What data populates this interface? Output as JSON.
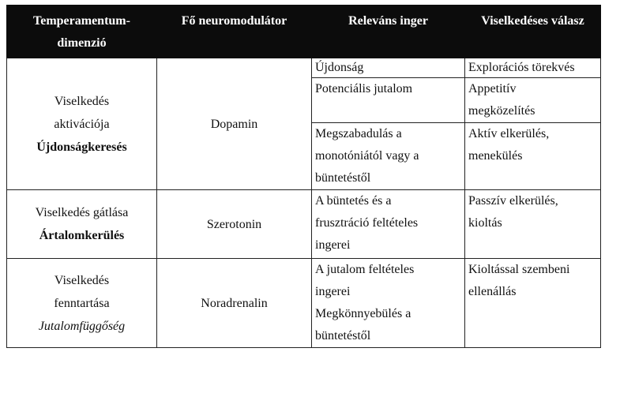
{
  "table": {
    "headers": [
      [
        "Temperamentum-",
        "dimenzió"
      ],
      [
        "Fő neuromodulátor"
      ],
      [
        "Releváns inger"
      ],
      [
        "Viselkedéses válasz"
      ]
    ],
    "groups": [
      {
        "dimension_lines": [
          "Viselkedés",
          "aktivációja"
        ],
        "dimension_name": "Újdonságkeresés",
        "dimension_name_style": "bold",
        "neuromodulator": "Dopamin",
        "rows": [
          {
            "stimulus": [
              "Újdonság"
            ],
            "response": [
              "Explorációs törekvés"
            ]
          },
          {
            "stimulus": [
              "Potenciális jutalom"
            ],
            "response": [
              "Appetitív",
              "megközelítés"
            ]
          },
          {
            "stimulus": [
              "Megszabadulás a",
              "monotóniától vagy a",
              "büntetéstől"
            ],
            "response": [
              "Aktív elkerülés,",
              "menekülés"
            ]
          }
        ]
      },
      {
        "dimension_lines": [
          "Viselkedés gátlása"
        ],
        "dimension_name": "Ártalomkerülés",
        "dimension_name_style": "bold",
        "neuromodulator": "Szerotonin",
        "rows": [
          {
            "stimulus": [
              "A büntetés és a",
              "frusztráció feltételes",
              "ingerei"
            ],
            "response": [
              "Passzív elkerülés,",
              "kioltás"
            ]
          }
        ]
      },
      {
        "dimension_lines": [
          "Viselkedés",
          "fenntartása"
        ],
        "dimension_name": "Jutalomfüggőség",
        "dimension_name_style": "italic",
        "neuromodulator": "Noradrenalin",
        "rows": [
          {
            "stimulus": [
              "A jutalom feltételes",
              "ingerei"
            ],
            "response": [
              "Kioltással szembeni",
              "ellenállás"
            ]
          },
          {
            "stimulus": [
              "Megkönnyebülés a",
              "büntetéstől"
            ],
            "response": []
          }
        ]
      }
    ]
  }
}
